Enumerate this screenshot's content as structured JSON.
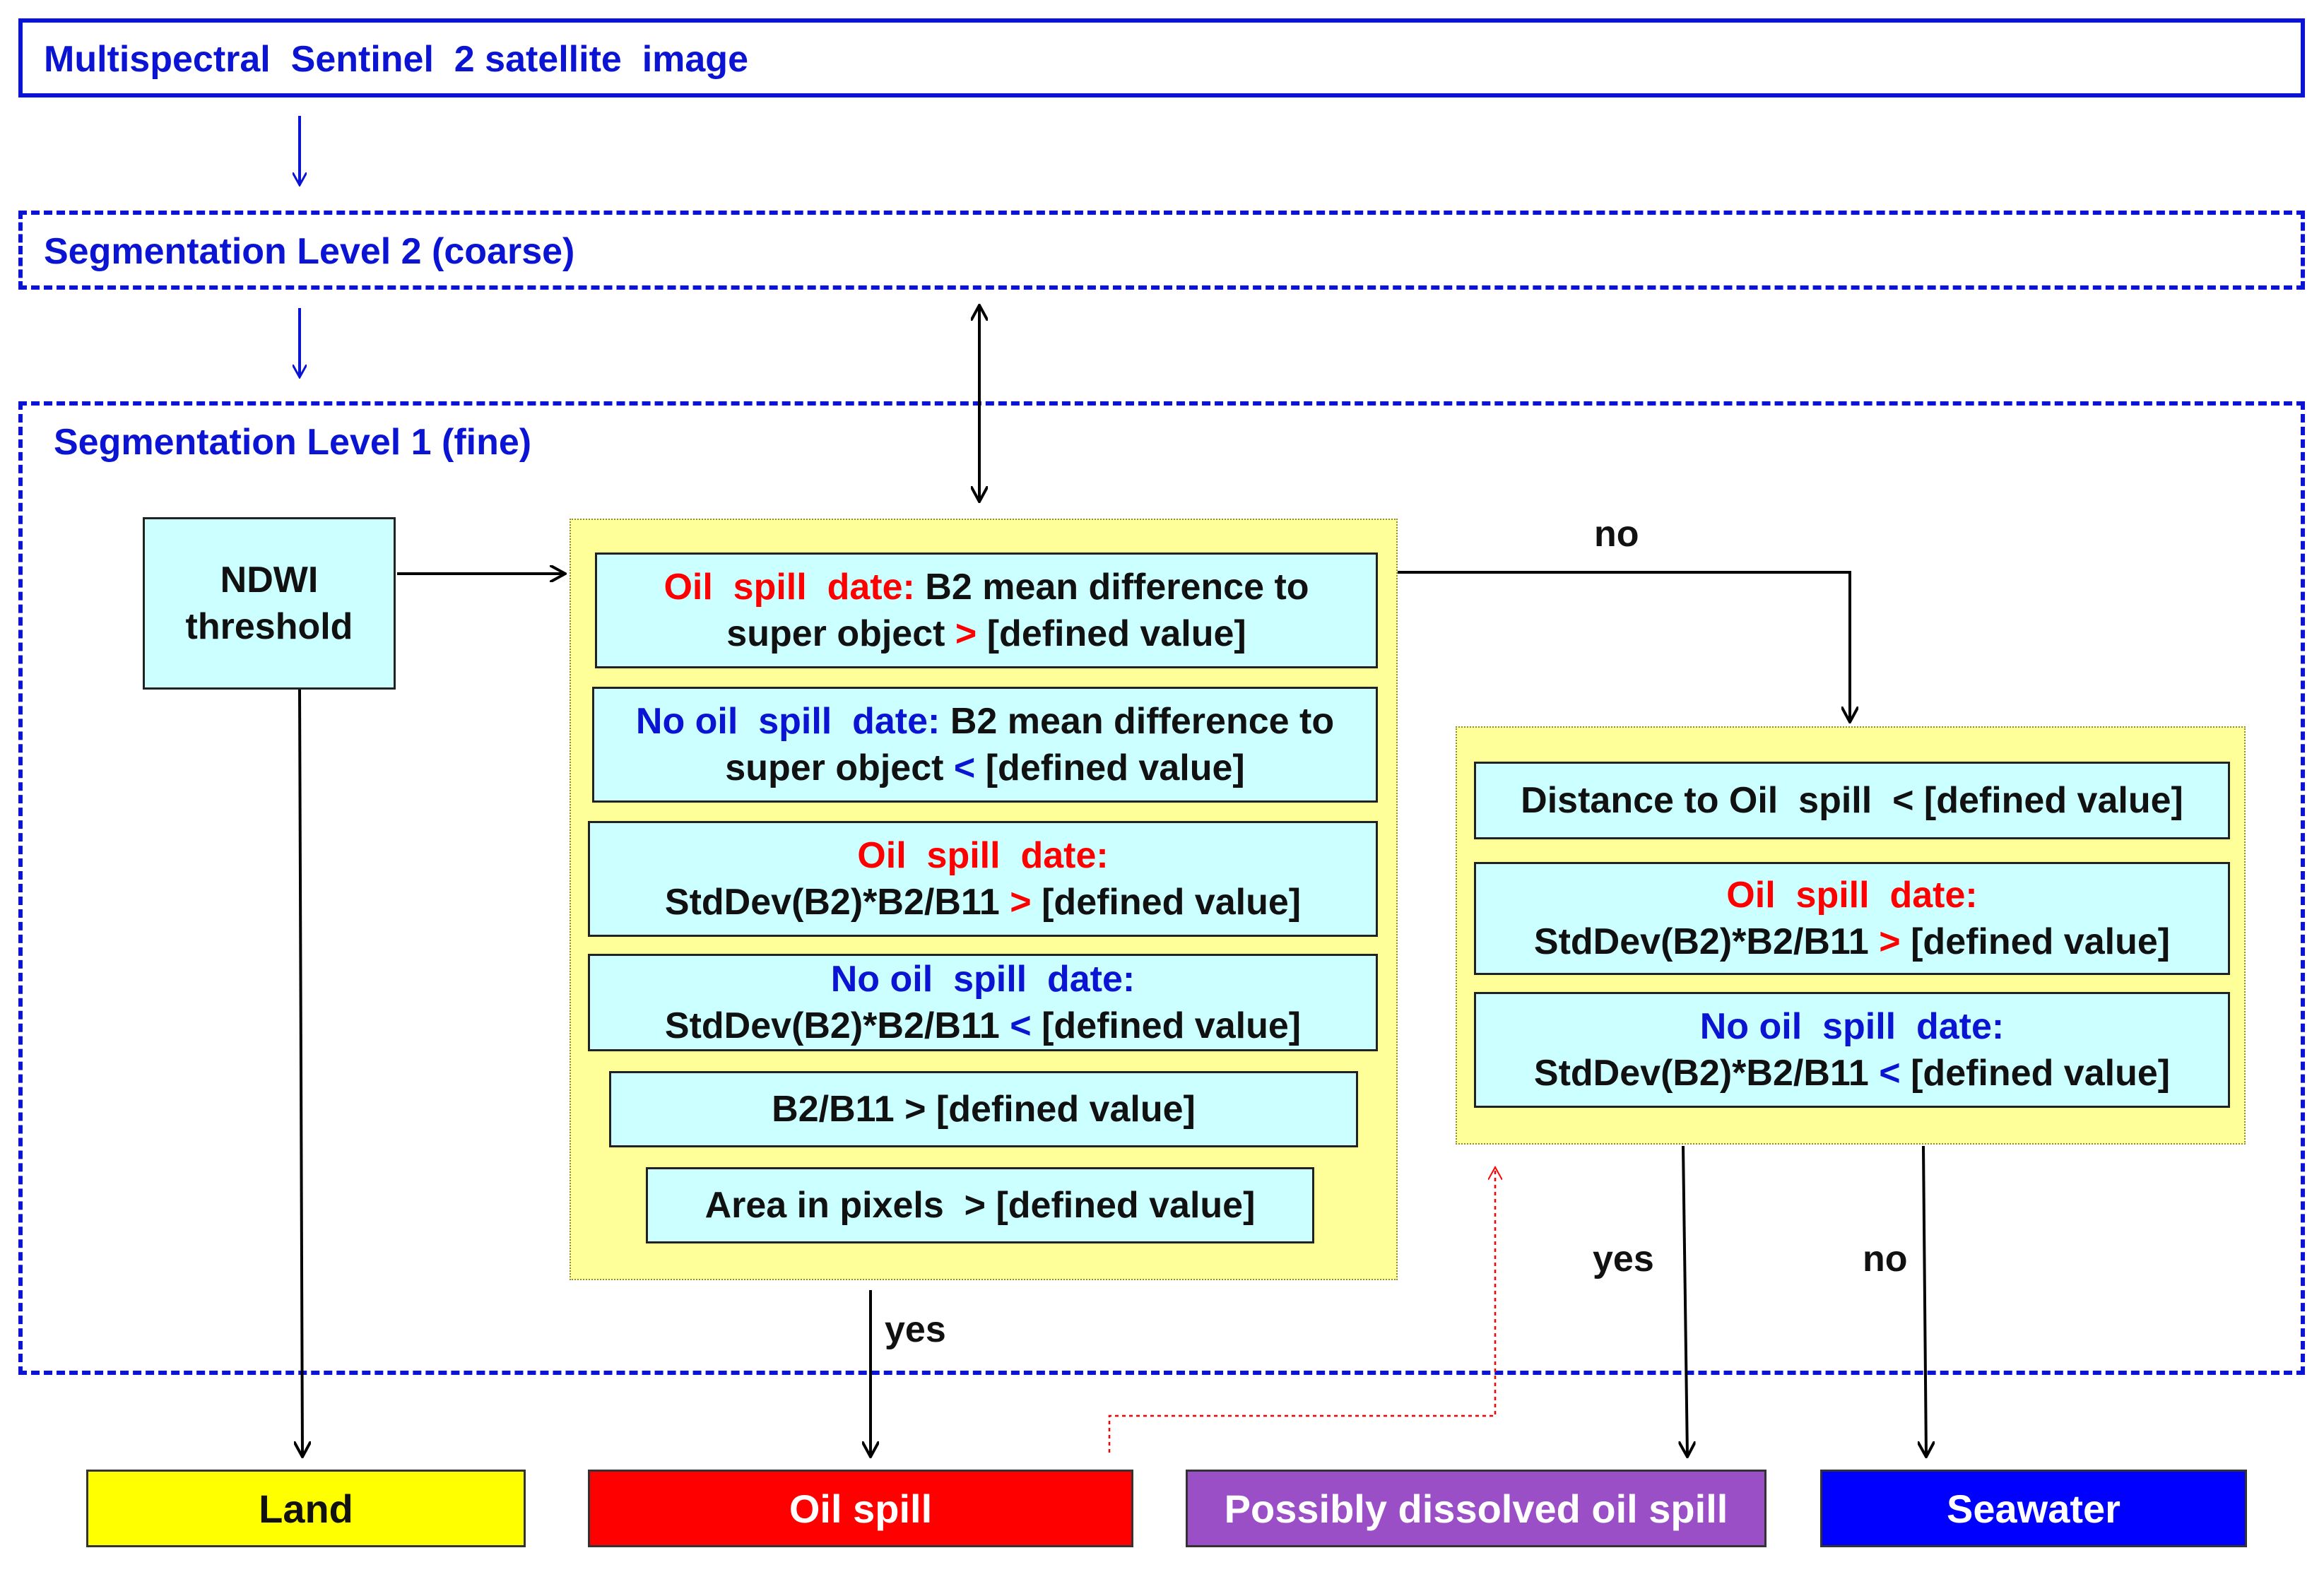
{
  "frames": {
    "input": "Multispectral  Sentinel  2 satellite  image",
    "level2": "Segmentation Level 2 (coarse)",
    "level1": "Segmentation Level 1 (fine)"
  },
  "ndwi": {
    "line1": "NDWI",
    "line2": "threshold"
  },
  "left_panel": {
    "b1": {
      "head": "Oil  spill  date:",
      "tail": " B2 mean difference to",
      "line2a": "super object ",
      "op": ">",
      "line2b": " [defined value]"
    },
    "b2": {
      "head": "No oil  spill  date:",
      "tail": " B2 mean difference to",
      "line2a": "super object ",
      "op": "<",
      "line2b": " [defined value]"
    },
    "b3": {
      "head": "Oil  spill  date:",
      "line2a": "StdDev(B2)*B2/B11 ",
      "op": ">",
      "line2b": " [defined value]"
    },
    "b4": {
      "head": "No oil  spill  date:",
      "line2a": "StdDev(B2)*B2/B11 ",
      "op": "<",
      "line2b": " [defined value]"
    },
    "b5": "B2/B11 > [defined value]",
    "b6": "Area in pixels  > [defined value]"
  },
  "right_panel": {
    "c1": "Distance to Oil  spill  < [defined value]",
    "c2": {
      "head": "Oil  spill  date:",
      "line2a": "StdDev(B2)*B2/B11 ",
      "op": ">",
      "line2b": " [defined value]"
    },
    "c3": {
      "head": "No oil  spill  date:",
      "line2a": "StdDev(B2)*B2/B11 ",
      "op": "<",
      "line2b": " [defined value]"
    }
  },
  "edge_labels": {
    "no_top": "no",
    "yes_left": "yes",
    "yes_right": "yes",
    "no_right": "no"
  },
  "results": {
    "land": "Land",
    "oil_spill": "Oil spill",
    "dissolved": "Possibly dissolved oil spill",
    "seawater": "Seawater"
  },
  "colors": {
    "frame_blue": "#0a14d2",
    "panel_yellow": "#ffff99",
    "box_cyan": "#ccffff",
    "land": "#ffff00",
    "oil_spill": "#ff0000",
    "dissolved": "#9b4fc6",
    "seawater": "#0000ff",
    "red_text": "#ff0000",
    "dotted_red": "#ff0000"
  }
}
